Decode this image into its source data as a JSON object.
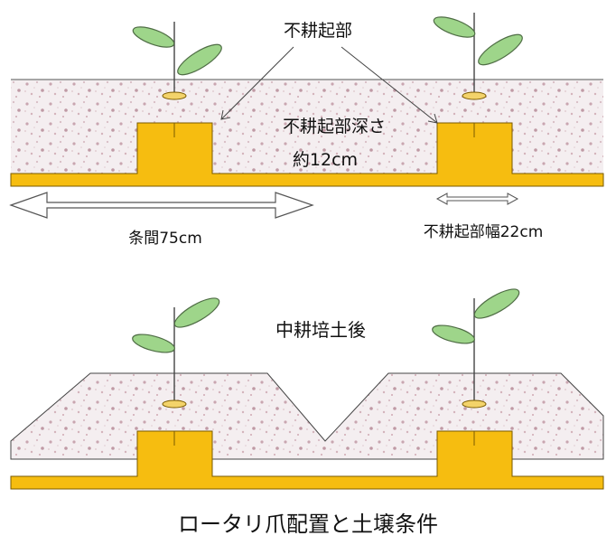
{
  "labels": {
    "untilled_part": "不耕起部",
    "untilled_depth_line1": "不耕起部深さ",
    "untilled_depth_line2": "約12cm",
    "row_spacing": "条間75cm",
    "untilled_width": "不耕起部幅22cm",
    "after_cultivation": "中耕培土後",
    "caption": "ロータリ爪配置と土壌条件"
  },
  "colors": {
    "soil_fill": "#f4eef0",
    "soil_dot": "#c9a6b0",
    "untilled_block": "#f6bd10",
    "untilled_edge": "#7a5a00",
    "leaf_fill": "#9ed58a",
    "leaf_edge": "#4f6d45",
    "seed": "#f3d36a",
    "line": "#333333"
  }
}
